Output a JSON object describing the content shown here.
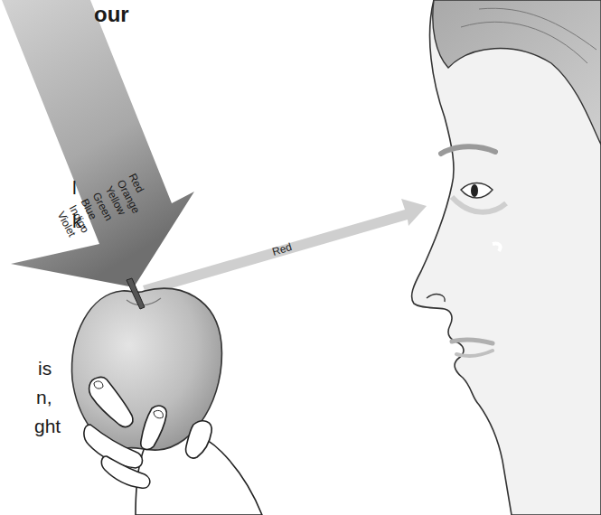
{
  "diagram": {
    "labels": [
      "our",
      "Red",
      "Orange",
      "Yellow",
      "Green",
      "Blue",
      "Indigo",
      "Violet",
      "l",
      "k.",
      "Red",
      "is",
      "n,",
      "ght"
    ]
  }
}
